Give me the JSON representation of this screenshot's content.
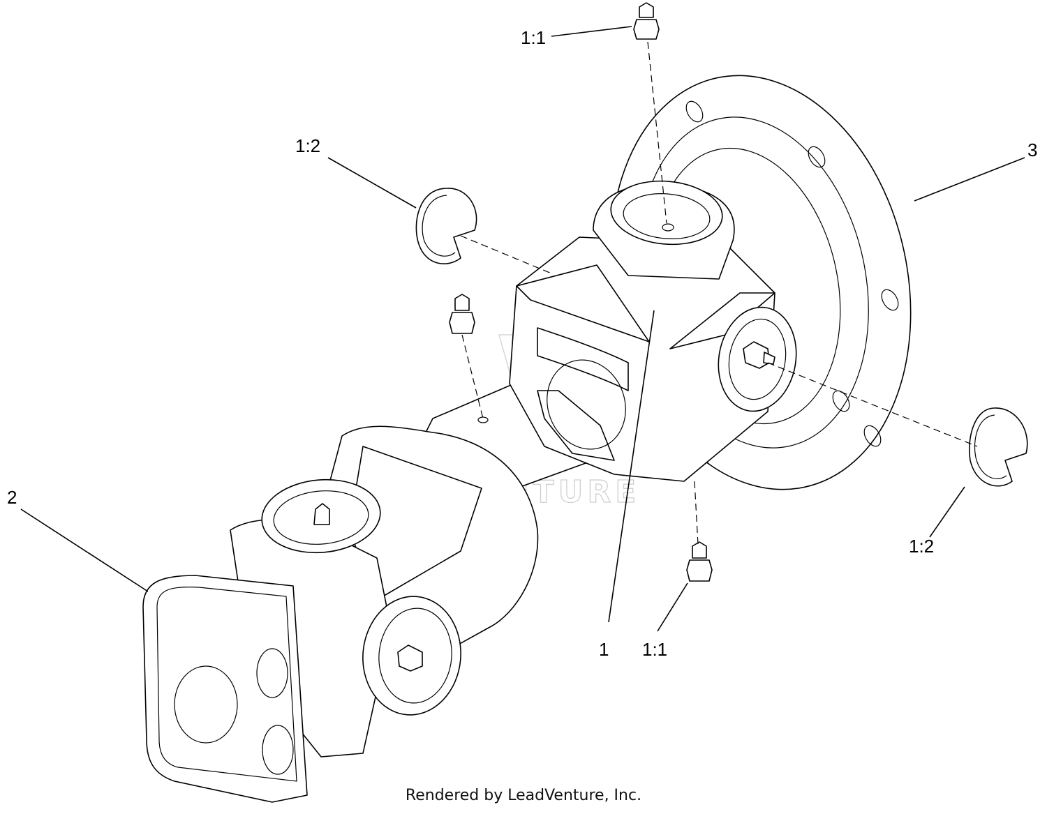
{
  "callouts": {
    "fitting_top": "1:1",
    "clip_left": "1:2",
    "flange": "3",
    "yoke_assembly": "2",
    "clip_right": "1:2",
    "cross_kit": "1",
    "fitting_bottom": "1:1"
  },
  "watermark": "LEADVENTURE",
  "footer": "Rendered by LeadVenture, Inc."
}
